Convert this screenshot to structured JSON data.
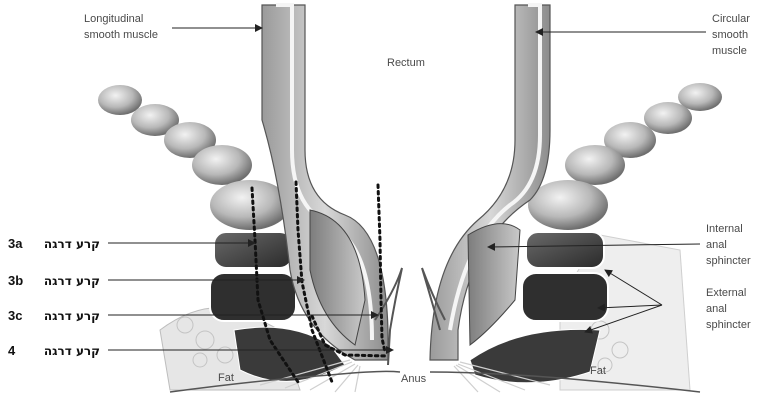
{
  "labels": {
    "longitudinal_line1": "Longitudinal",
    "longitudinal_line2": "smooth muscle",
    "circular_line1": "Circular",
    "circular_line2": "smooth",
    "circular_line3": "muscle",
    "rectum": "Rectum",
    "internal_line1": "Internal",
    "internal_line2": "anal",
    "internal_line3": "sphincter",
    "external_line1": "External",
    "external_line2": "anal",
    "external_line3": "sphincter",
    "anus": "Anus",
    "fat_left": "Fat",
    "fat_right": "Fat"
  },
  "grades": [
    {
      "num": "3a",
      "text": "קרע דרגה"
    },
    {
      "num": "3b",
      "text": "קרע דרגה"
    },
    {
      "num": "3c",
      "text": "קרע דרגה"
    },
    {
      "num": "4",
      "text": "קרע דרגה"
    }
  ],
  "colors": {
    "muscle_dark": "#2e2e2e",
    "muscle_mid": "#8a8a8a",
    "muscle_light": "#d6d6d6",
    "tear_line": "#111111"
  }
}
